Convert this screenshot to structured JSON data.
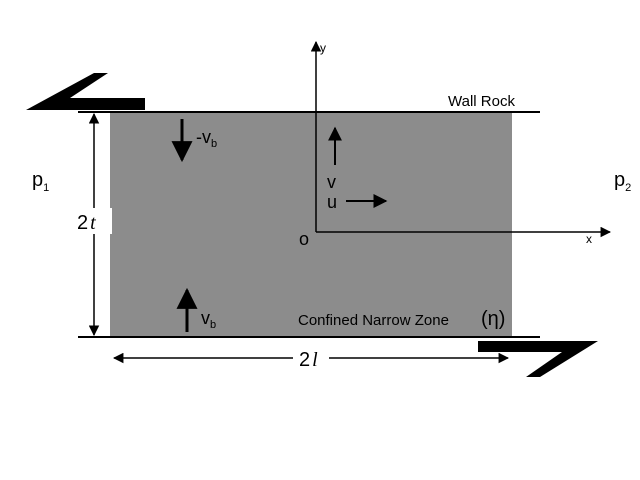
{
  "colors": {
    "zone_fill": "#8c8c8c",
    "ink": "#000000",
    "background": "#ffffff"
  },
  "labels": {
    "wall_rock": "Wall Rock",
    "zone": "Confined Narrow Zone",
    "zone_symbol": "(η)",
    "p1_base": "p",
    "p1_sub": "1",
    "p2_base": "p",
    "p2_sub": "2",
    "thickness_coef": "2",
    "thickness_var": "t",
    "length_coef": "2",
    "length_var": "l",
    "origin": "o",
    "axis_x": "x",
    "axis_y": "y",
    "vel_u": "u",
    "vel_v": "v",
    "vb_top_base": "-v",
    "vb_top_sub": "b",
    "vb_bottom_base": "v",
    "vb_bottom_sub": "b"
  }
}
